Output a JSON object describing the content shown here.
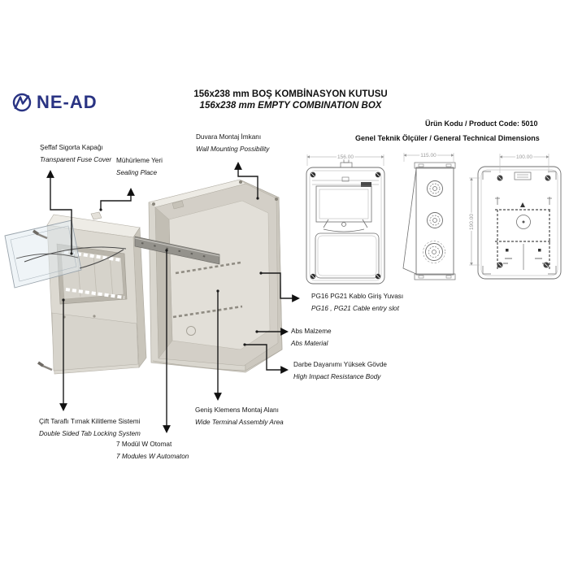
{
  "brand": {
    "name": "NE-AD",
    "icon": "lightning-circle-logo"
  },
  "title": {
    "tr": "156x238 mm BOŞ KOMBİNASYON KUTUSU",
    "en": "156x238 mm EMPTY COMBINATION BOX"
  },
  "header_right": {
    "product_code": "Ürün Kodu / Product Code: 5010",
    "dimensions_heading": "Genel Teknik Ölçüler / General Technical Dimensions"
  },
  "callouts": [
    {
      "id": "transparent-fuse-cover",
      "tr": "Şeffaf Sigorta Kapağı",
      "en": "Transparent Fuse Cover"
    },
    {
      "id": "sealing-place",
      "tr": "Mühürleme Yeri",
      "en": "Sealing Place"
    },
    {
      "id": "wall-mounting",
      "tr": "Duvara Montaj İmkanı",
      "en": "Wall Mounting Possibility"
    },
    {
      "id": "cable-entry-slot",
      "tr": "PG16 PG21 Kablo Giriş Yuvası",
      "en": "PG16 , PG21 Cable entry slot"
    },
    {
      "id": "abs-material",
      "tr": "Abs Malzeme",
      "en": "Abs Material"
    },
    {
      "id": "high-impact-body",
      "tr": "Darbe Dayanımı Yüksek Gövde",
      "en": "High Impact Resistance Body"
    },
    {
      "id": "terminal-assembly-area",
      "tr": "Geniş Klemens Montaj Alanı",
      "en": "Wide Terminal Assembly Area"
    },
    {
      "id": "tab-locking-system",
      "tr": "Çift Taraflı Tırnak Kilitleme Sistemi",
      "en": "Double Sided Tab Locking System"
    },
    {
      "id": "modules-automaton",
      "tr": "7 Modül W Otomat",
      "en": "7 Modules W Automaton"
    }
  ],
  "drawings": {
    "front_width_mm": "156.00",
    "side_depth_mm": "115.00",
    "back_hole_span_mm": "100.00",
    "back_hole_height_mm": "190.00"
  },
  "colors": {
    "brand_blue": "#293383",
    "box_body": "#dcd9d1",
    "box_shade": "#c9c5bb",
    "din_rail": "#94928c",
    "line_black": "#1a1a1a",
    "drawing_line": "#6f6f6f",
    "dimension_gray": "#999999"
  }
}
